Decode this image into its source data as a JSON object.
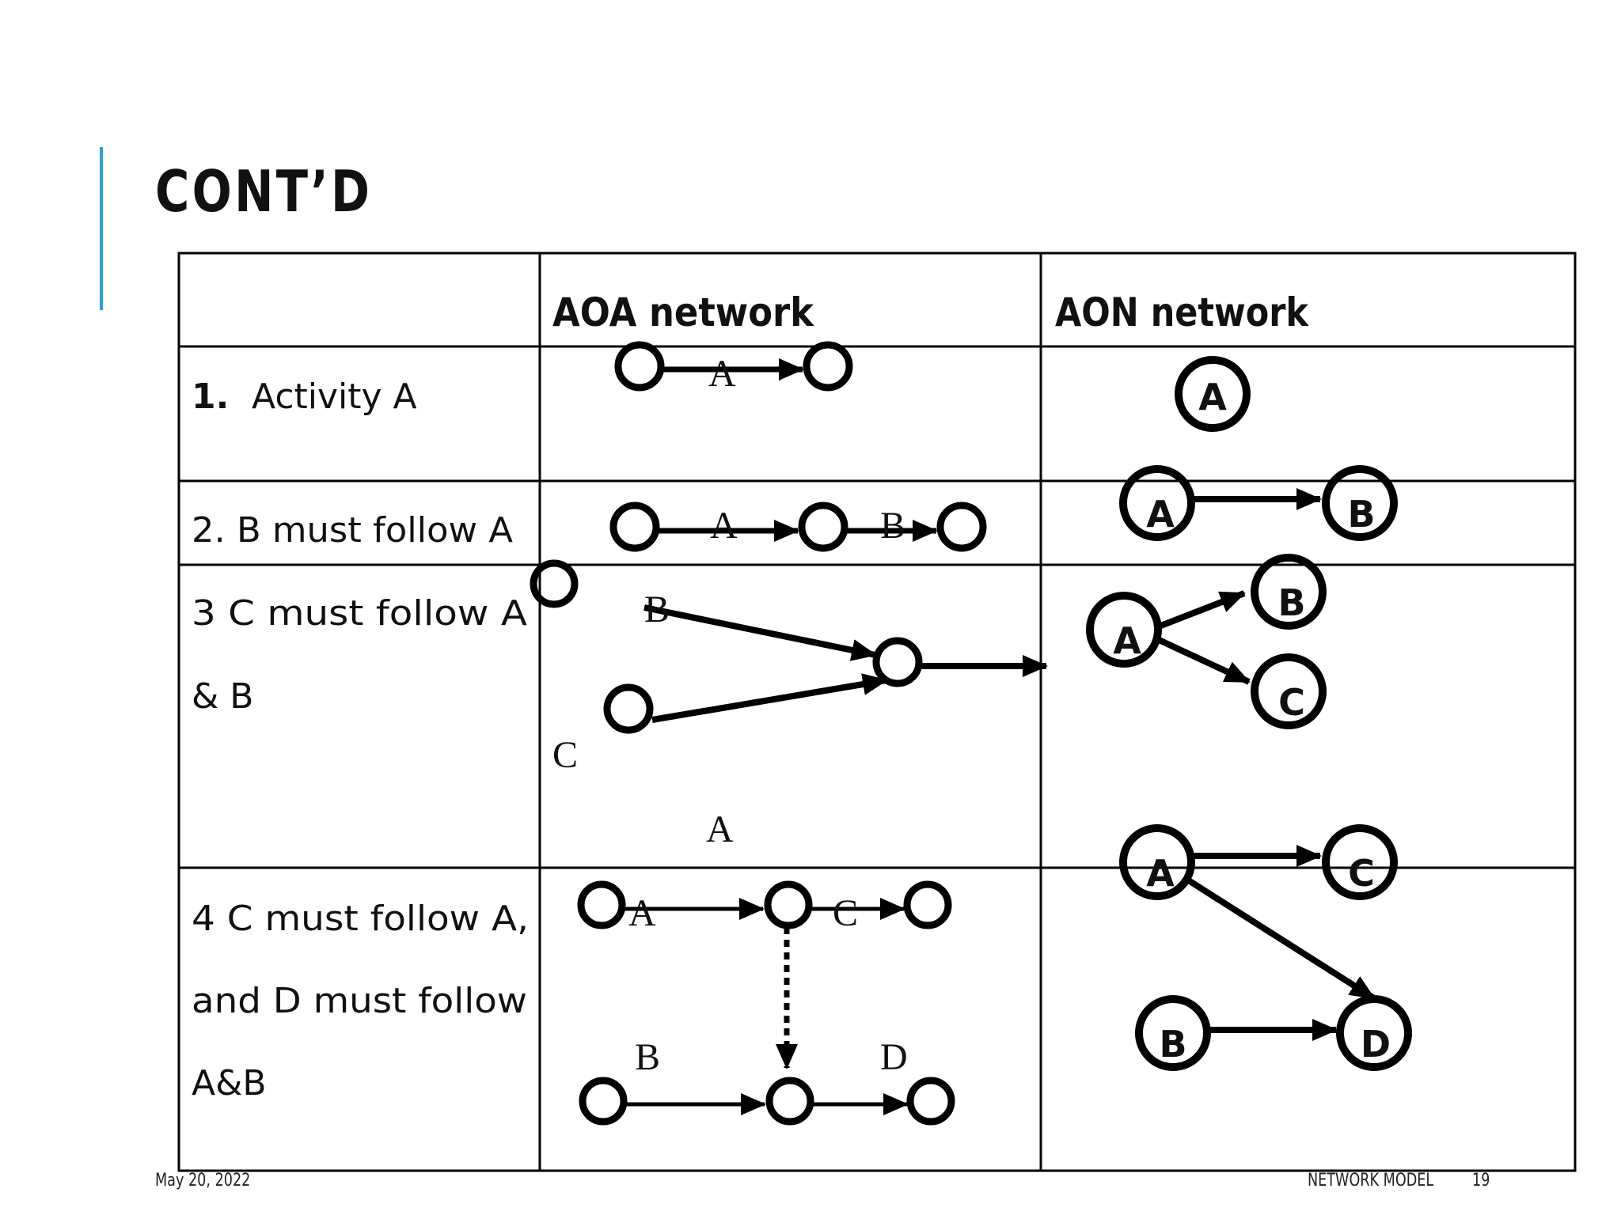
{
  "slide": {
    "title": "CONT’D"
  },
  "table": {
    "headers": {
      "aoa": "AOA  network",
      "aon": "AON network"
    },
    "rows": [
      {
        "num": "1.",
        "text": "Activity A"
      },
      {
        "text": "2. B must follow A"
      },
      {
        "lines": [
          "3 C must follow A",
          "& B"
        ]
      },
      {
        "lines": [
          "4 C must follow A,",
          "and D must follow",
          "A&B"
        ]
      }
    ]
  },
  "aoa_labels": {
    "r1": [
      "A"
    ],
    "r2": [
      "A",
      "B"
    ],
    "r3": [
      "B",
      "C",
      "A"
    ],
    "r4": [
      "A",
      "C",
      "B",
      "D"
    ]
  },
  "aon_nodes": {
    "r1": [
      "A"
    ],
    "r2": [
      "A",
      "B"
    ],
    "r3": [
      "A",
      "B",
      "C"
    ],
    "r4": [
      "A",
      "C",
      "B",
      "D"
    ]
  },
  "footer": {
    "date": "May 20, 2022",
    "topic": "NETWORK MODEL",
    "page": "19"
  },
  "colors": {
    "accent": "#29a3d6",
    "ink": "#000000"
  }
}
